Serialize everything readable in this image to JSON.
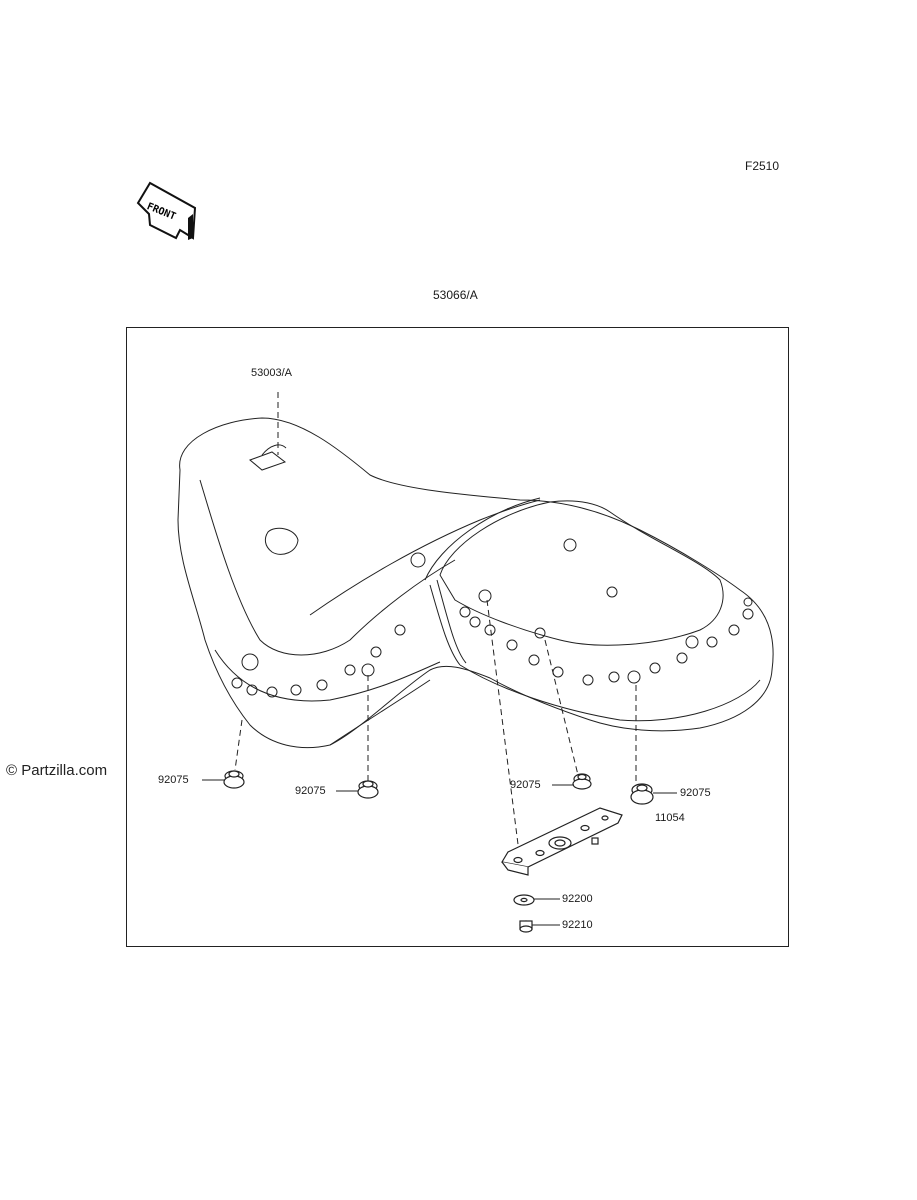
{
  "figure": {
    "code": "F2510",
    "assembly_number": "53066/A",
    "front_badge": "FRONT",
    "watermark": "© Partzilla.com"
  },
  "parts": {
    "seat_label": "53003/A",
    "grommet_left": "92075",
    "grommet_center": "92075",
    "grommet_rear_center": "92075",
    "grommet_right": "92075",
    "bracket": "11054",
    "washer": "92200",
    "nut": "92210"
  }
}
